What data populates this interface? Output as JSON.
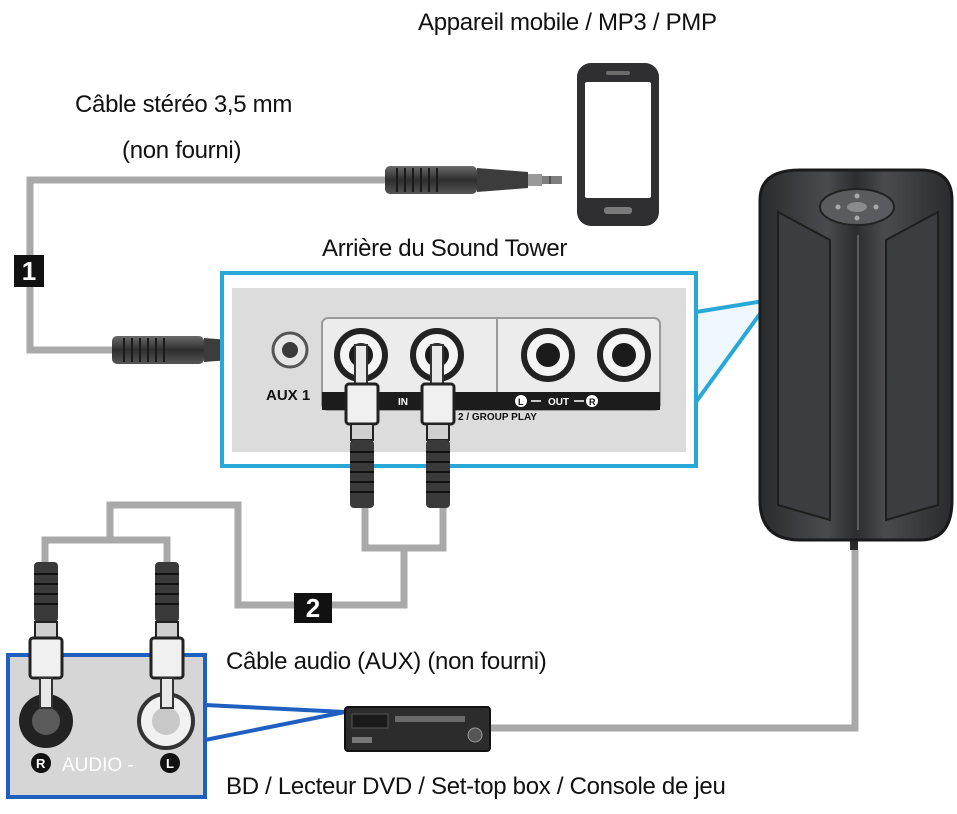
{
  "labels": {
    "mobile_device": "Appareil mobile / MP3 / PMP",
    "stereo_cable_line1": "Câble stéréo 3,5 mm",
    "stereo_cable_line2": "(non fourni)",
    "rear_panel_title": "Arrière du Sound Tower",
    "aux_cable": "Câble audio (AUX) (non fourni)",
    "source_devices": "BD / Lecteur DVD / Set-top box / Console de jeu"
  },
  "panel": {
    "aux1": "AUX 1",
    "in": "IN",
    "group_play": "2 / GROUP PLAY",
    "out": "OUT",
    "left_marker": "L",
    "right_marker": "R"
  },
  "source_panel": {
    "r_marker": "R",
    "audio_label": "AUDIO -",
    "l_marker": "L"
  },
  "steps": [
    "1",
    "2"
  ],
  "colors": {
    "highlight_blue": "#29a8d8",
    "outline_blue": "#1f5fbf",
    "panel_gray": "#dcdcdc",
    "speaker_dark": "#3a3b3d",
    "cable_gray": "#a9a9a9"
  },
  "icons": [
    "smartphone-icon",
    "speaker-tower-icon",
    "dvd-player-icon"
  ]
}
